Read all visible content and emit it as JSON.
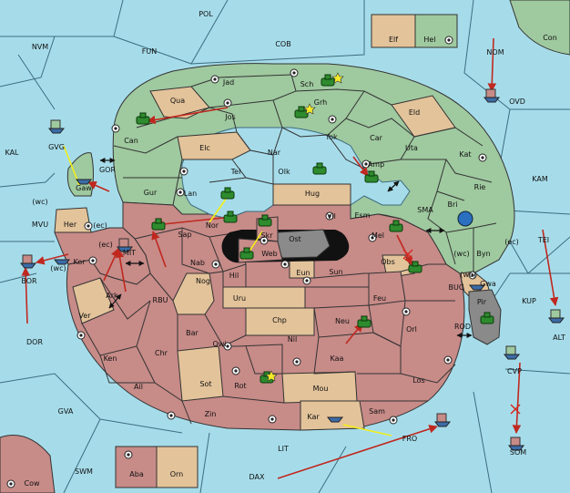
{
  "map": {
    "colors": {
      "sea": "#a6dcea",
      "neutral": "#e3c39a",
      "green_power": "#9fc99f",
      "red_power": "#c78b88",
      "grey": "#8a8a8a",
      "move_arrow": "#c0281f",
      "support_line": "#f2ef1a"
    },
    "regions": {
      "pol": "POL",
      "fun": "FUN",
      "cob": "COB",
      "nvm": "NVM",
      "kal": "KAL",
      "mvu": "MVU",
      "gvg": "GVG",
      "gor": "GOR",
      "mit": "MIT",
      "rbu": "RBU",
      "bor": "BOR",
      "dor": "DOR",
      "gva": "GVA",
      "swm": "SWM",
      "lit": "LIT",
      "dax": "DAX",
      "fro": "FRO",
      "som": "SOM",
      "cvp": "CVP",
      "alt": "ALT",
      "kup": "KUP",
      "tei": "TEI",
      "kam": "KAM",
      "nom": "NOM",
      "ovd": "OVD",
      "con": "Con",
      "sma": "SMA",
      "buc": "BUC",
      "rod": "ROD",
      "elf": "Elf",
      "hel": "Hel",
      "aba": "Aba",
      "orn": "Orn",
      "cow": "Cow",
      "jad": "Jad",
      "sch": "Sch",
      "qua": "Qua",
      "jos": "Jos",
      "grh": "Grh",
      "can": "Can",
      "eld": "Eld",
      "elc": "Elc",
      "nar": "Nar",
      "yok": "Yok",
      "car": "Car",
      "uta": "Uta",
      "kat": "Kat",
      "tel": "Tel",
      "olk": "Olk",
      "amp": "Amp",
      "gaw": "Gaw",
      "gur": "Gur",
      "lan": "Lan",
      "hug": "Hug",
      "rie": "Rie",
      "bri": "Bri",
      "her": "Her",
      "nor": "Nor",
      "vil": "Vil",
      "esm": "Esm",
      "sap": "Sap",
      "skr": "Skr",
      "ost": "Ost",
      "mel": "Mel",
      "byn": "Byn",
      "kor": "Kor",
      "web": "Web",
      "nab": "Nab",
      "obs": "Obs",
      "hil": "Hil",
      "eun": "Eun",
      "sun": "Sun",
      "gwa": "Gwa",
      "nog": "Nog",
      "ark": "Ark",
      "pir": "Pir",
      "uru": "Uru",
      "feu": "Feu",
      "ver": "Ver",
      "chp": "Chp",
      "orl": "Orl",
      "neu": "Neu",
      "bar": "Bar",
      "qwi": "Qwi",
      "nil": "Nil",
      "ken": "Ken",
      "chr": "Chr",
      "kaa": "Kaa",
      "ail": "Ail",
      "sot": "Sot",
      "rot": "Rot",
      "mou": "Mou",
      "los": "Los",
      "zin": "Zin",
      "kar": "Kar",
      "sam": "Sam"
    },
    "coast_tags": {
      "wc1": "(wc)",
      "ec1": "(ec)",
      "ec2": "(ec)",
      "wc2": "(wc)",
      "wc3": "(wc)",
      "ec3": "(ec)",
      "wc4": "(wc)"
    }
  }
}
